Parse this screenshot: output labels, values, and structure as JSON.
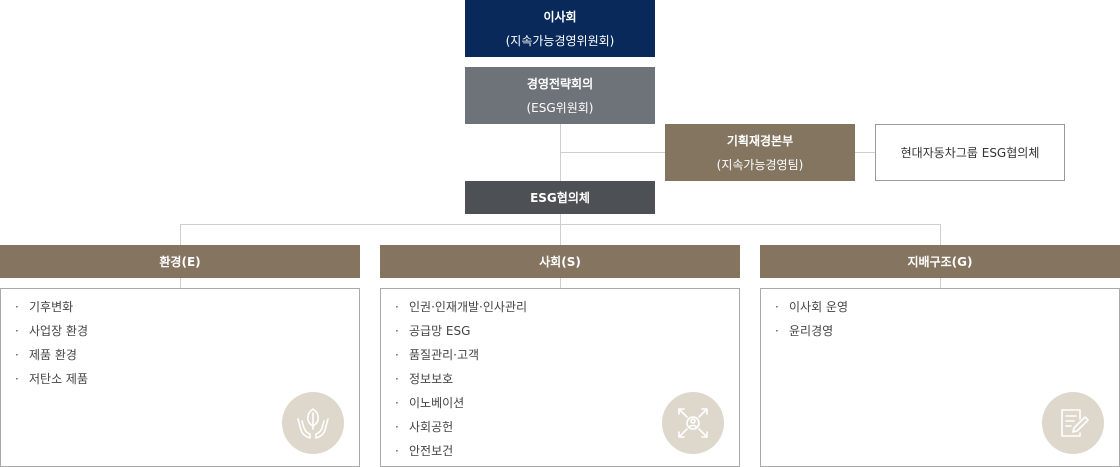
{
  "board": {
    "title": "이사회",
    "subtitle": "(지속가능경영위원회)"
  },
  "strategy": {
    "title": "경영전략회의",
    "subtitle": "(ESG위원회)"
  },
  "planning": {
    "title": "기획재경본부",
    "subtitle": "(지속가능경영팀)"
  },
  "group_council": {
    "label": "현대자동차그룹 ESG협의체"
  },
  "esg_council": {
    "label": "ESG협의체"
  },
  "columns": [
    {
      "title": "환경(E)",
      "items": [
        "기후변화",
        "사업장 환경",
        "제품 환경",
        "저탄소 제품"
      ],
      "icon": "hands-leaf-icon"
    },
    {
      "title": "사회(S)",
      "items": [
        "인권·인재개발·인사관리",
        "공급망 ESG",
        "품질관리·고객",
        "정보보호",
        "이노베이션",
        "사회공헌",
        "안전보건"
      ],
      "icon": "people-network-icon"
    },
    {
      "title": "지배구조(G)",
      "items": [
        "이사회 운영",
        "윤리경영"
      ],
      "icon": "document-pen-icon"
    }
  ],
  "bullet": "·",
  "colors": {
    "board": "#08295a",
    "strategy": "#6d7379",
    "planning": "#83755f",
    "esg": "#4d5054",
    "column_head": "#85745f",
    "icon_bg": "#ded7cc"
  }
}
